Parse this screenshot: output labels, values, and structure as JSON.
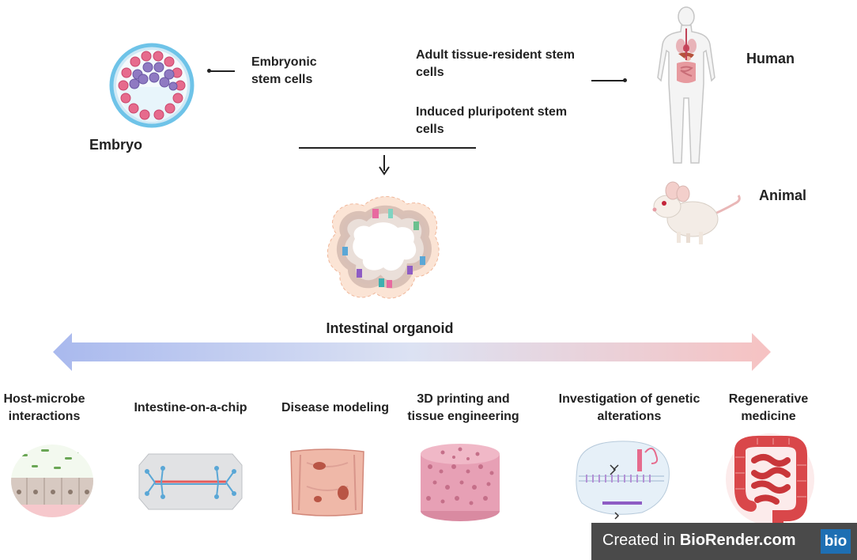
{
  "sources": {
    "embryo_label": "Embryo",
    "embryonic_stem_cells": "Embryonic stem cells",
    "adult_stem_cells": "Adult tissue-resident stem cells",
    "ipsc": "Induced pluripotent stem cells",
    "human_label": "Human",
    "animal_label": "Animal"
  },
  "organoid": {
    "label": "Intestinal organoid"
  },
  "applications": [
    {
      "label": "Host-microbe interactions"
    },
    {
      "label": "Intestine-on-a-chip"
    },
    {
      "label": "Disease modeling"
    },
    {
      "label": "3D printing and tissue engineering"
    },
    {
      "label": "Investigation of genetic alterations"
    },
    {
      "label": "Regenerative medicine"
    }
  ],
  "credit": {
    "prefix": "Created in ",
    "brand": "BioRender.com",
    "badge": "bio"
  },
  "colors": {
    "arrow_left": "#a9b9ee",
    "arrow_right": "#f6c2c2",
    "tissue_pink": "#e9a2a2",
    "cell_blue": "#5aa7d6"
  }
}
